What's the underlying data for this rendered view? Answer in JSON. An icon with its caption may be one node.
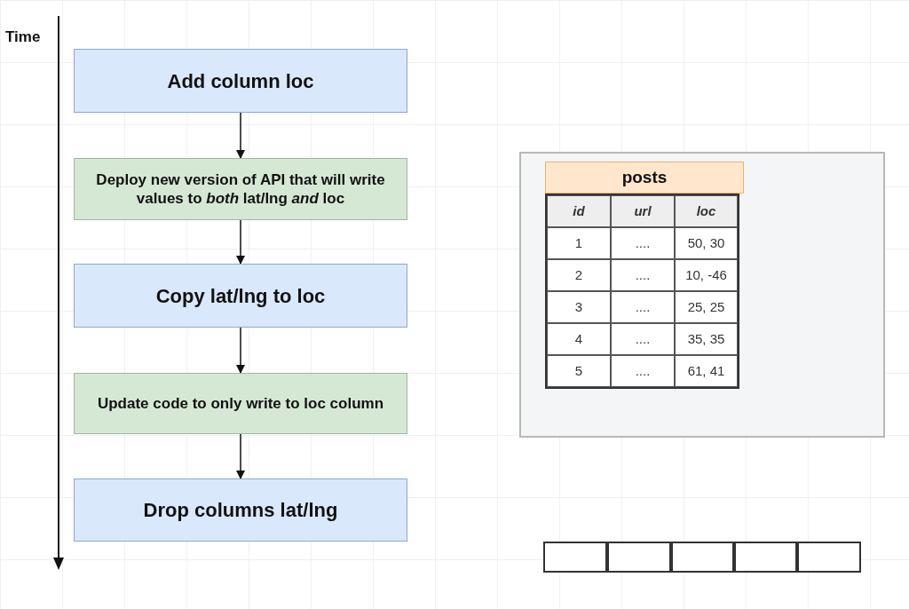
{
  "diagram": {
    "nodes": [
      {
        "text": [
          "Add column loc"
        ]
      },
      {
        "text": [
          "Deploy new version of API that will write values to *both* lat/lng *and* loc"
        ]
      },
      {
        "text": [
          "Copy lat/lng to loc"
        ]
      },
      {
        "text": [
          "Update code to only write to loc column"
        ]
      },
      {
        "text": [
          "Drop columns lat/lng"
        ]
      },
      {
        "text": [],
        "shape": "box"
      },
      {
        "text": [
          "posts"
        ],
        "in": 5
      },
      {
        "text": [],
        "shape": "box"
      },
      {
        "text": [],
        "shape": "box"
      },
      {
        "text": [],
        "shape": "box"
      },
      {
        "text": [],
        "shape": "box"
      },
      {
        "text": [],
        "shape": "box"
      }
    ],
    "edges": [
      {
        "from": 0,
        "to": 1,
        "arrow": "to"
      },
      {
        "from": 1,
        "to": 2,
        "arrow": "to"
      },
      {
        "from": 2,
        "to": 3,
        "arrow": "to"
      },
      {
        "from": 3,
        "to": 4,
        "arrow": "to"
      }
    ],
    "labels": [
      "Time",
      "id",
      "url",
      "loc",
      "1",
      "....",
      "50, 30",
      "2",
      "....",
      "10, -46",
      "3",
      "....",
      "25, 25",
      "4",
      "....",
      "35, 35",
      "5",
      "....",
      "61, 41"
    ]
  }
}
